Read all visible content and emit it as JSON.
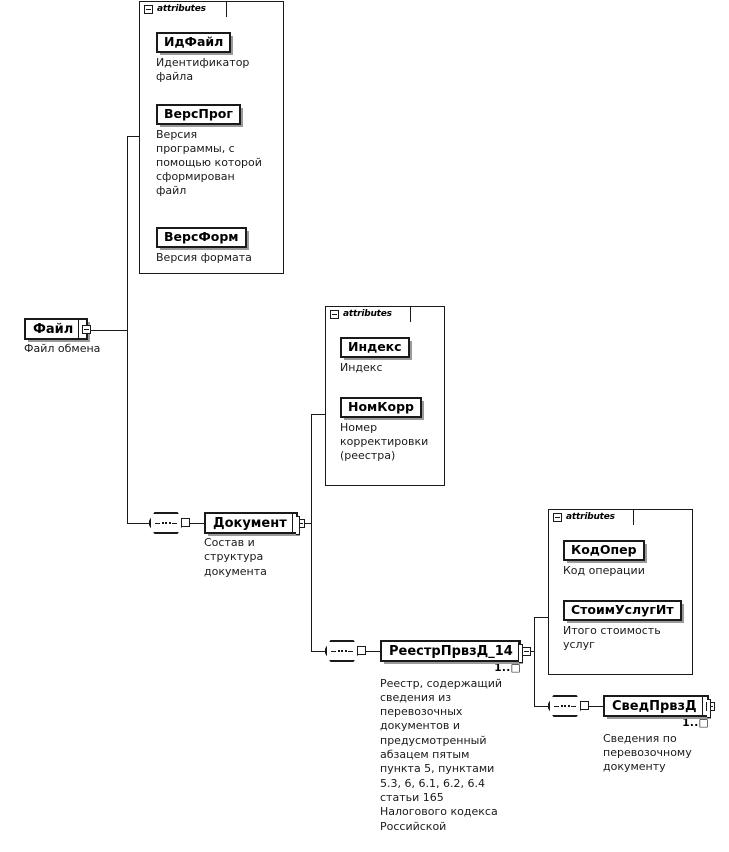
{
  "diagram": {
    "title": "XML Schema structure diagram",
    "icons": {
      "collapse": "minus-box-icon",
      "expand": "plus-box-icon",
      "sequence": "sequence-compositor-icon"
    },
    "attributes_tab_label": "attributes"
  },
  "root": {
    "name": "Файл",
    "description": "Файл обмена",
    "toggle": "minus"
  },
  "attribute_groups": [
    {
      "id": "file-attributes",
      "tab": "attributes",
      "items": [
        {
          "name": "ИдФайл",
          "description": "Идентификатор\nфайла"
        },
        {
          "name": "ВерсПрог",
          "description": "Версия\nпрограммы, с\nпомощью которой\nсформирован\nфайл"
        },
        {
          "name": "ВерсФорм",
          "description": "Версия формата"
        }
      ]
    },
    {
      "id": "document-attributes",
      "tab": "attributes",
      "items": [
        {
          "name": "Индекс",
          "description": "Индекс"
        },
        {
          "name": "НомКорр",
          "description": "Номер\nкорректировки\n(реестра)"
        }
      ]
    },
    {
      "id": "registry-attributes",
      "tab": "attributes",
      "items": [
        {
          "name": "КодОпер",
          "description": "Код операции"
        },
        {
          "name": "СтоимУслугИт",
          "description": "Итого стоимость\nуслуг"
        }
      ]
    }
  ],
  "nodes": {
    "document": {
      "name": "Документ",
      "description": "Состав и\nструктура\nдокумента",
      "toggle": "minus",
      "occurs": ""
    },
    "registry": {
      "name": "РеестрПрвзД_14",
      "description": "Реестр, содержащий\nсведения из\nперевозочных\nдокументов и\nпредусмотренный\nабзацем пятым\nпункта 5, пунктами\n5.3, 6, 6.1, 6.2, 6.4\nстатьи 165\nНалогового кодекса\nРоссийской",
      "toggle": "minus",
      "occurs": "1..□"
    },
    "info": {
      "name": "СведПрвзД",
      "description": "Сведения по\nперевозочному\nдокументу",
      "toggle": "plus",
      "occurs": "1..□"
    }
  }
}
